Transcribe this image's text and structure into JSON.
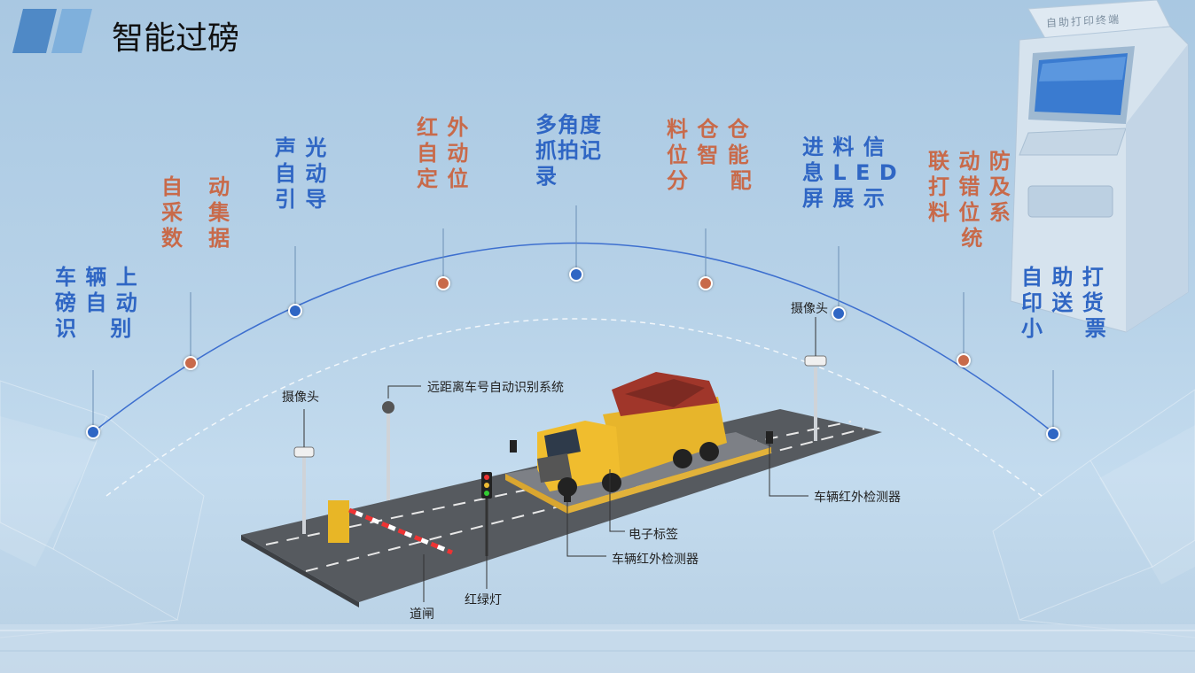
{
  "title": "智能过磅",
  "kiosk_caption": "自助打印终端",
  "features": [
    {
      "id": "vehicle-recognition",
      "text": "车 辆 上\n磅 自 动\n识    别",
      "color": "blue"
    },
    {
      "id": "auto-data",
      "text": "自   动\n采   集\n数   据",
      "color": "orange"
    },
    {
      "id": "sound-light",
      "text": "声 光\n自 动\n引 导",
      "color": "blue"
    },
    {
      "id": "infrared",
      "text": "红 外\n自 动\n定 位",
      "color": "orange"
    },
    {
      "id": "multi-angle",
      "text": "多角度\n抓拍记\n录",
      "color": "blue"
    },
    {
      "id": "warehouse",
      "text": "料 仓 仓\n位 智 能\n分     配",
      "color": "orange"
    },
    {
      "id": "led-info",
      "text": "进 料 信\n息 L E D\n屏 展 示",
      "color": "blue"
    },
    {
      "id": "anti-cheat",
      "text": "联 动 防\n打 错 及\n料 位 系\n    统",
      "color": "orange"
    },
    {
      "id": "self-print",
      "text": "自 助 打\n印 送 货\n小     票",
      "color": "blue"
    }
  ],
  "scene_labels": {
    "camera_left": "摄像头",
    "camera_right": "摄像头",
    "plate_system": "远距离车号自动识别系统",
    "infrared_right": "车辆红外检测器",
    "infrared_bottom": "车辆红外检测器",
    "rfid_tag": "电子标签",
    "barrier": "道闸",
    "traffic_light": "红绿灯"
  },
  "colors": {
    "blue": "#2f66c4",
    "orange": "#c86a4a",
    "title_bar": "#4f89c6"
  }
}
